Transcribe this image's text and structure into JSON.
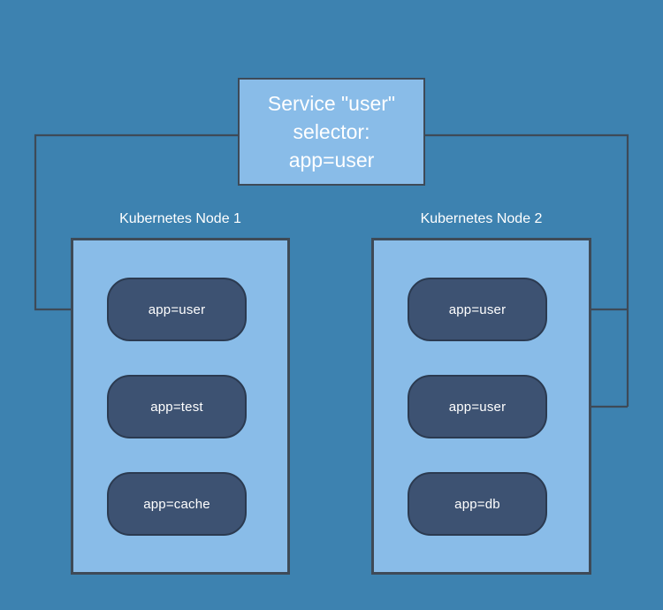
{
  "diagram": {
    "title_service": "Service \"user\"",
    "service": {
      "line1": "Service \"user\"",
      "line2": "selector:",
      "line3": "app=user"
    },
    "nodes": [
      {
        "caption": "Kubernetes Node 1",
        "pods": [
          {
            "label": "app=user",
            "selected": true
          },
          {
            "label": "app=test",
            "selected": false
          },
          {
            "label": "app=cache",
            "selected": false
          }
        ]
      },
      {
        "caption": "Kubernetes Node 2",
        "pods": [
          {
            "label": "app=user",
            "selected": true
          },
          {
            "label": "app=user",
            "selected": true
          },
          {
            "label": "app=db",
            "selected": false
          }
        ]
      }
    ],
    "connectors": [
      {
        "name": "service-to-node1-pod1",
        "from": "service",
        "to": "node1.pod1",
        "direction": "right"
      },
      {
        "name": "service-to-node2-pod1",
        "from": "service",
        "to": "node2.pod1",
        "direction": "left"
      },
      {
        "name": "service-to-node2-pod2",
        "from": "service",
        "to": "node2.pod2",
        "direction": "left"
      }
    ],
    "colors": {
      "background": "#3d82b0",
      "box_fill": "#89bce8",
      "box_stroke": "#3e4a57",
      "pod_fill": "#3d5272",
      "pod_stroke": "#2b3a50",
      "text": "#ffffff",
      "wire": "#3e4a57"
    }
  }
}
